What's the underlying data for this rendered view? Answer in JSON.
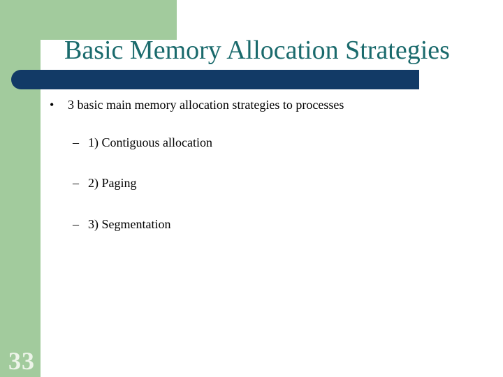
{
  "slide": {
    "title": "Basic Memory Allocation Strategies",
    "page_number": "33",
    "bullets": {
      "marker": "•",
      "main": "3 basic main memory allocation strategies to processes",
      "sub_marker": "–",
      "sub": [
        "1) Contiguous allocation",
        "2) Paging",
        "3) Segmentation"
      ]
    },
    "colors": {
      "background": "#FFFFFF",
      "band_green": "#A2CB9D",
      "bar_navy": "#123A66",
      "title_teal": "#1A6A6C",
      "body_text": "#000000",
      "page_number": "#EDF4E9"
    }
  }
}
